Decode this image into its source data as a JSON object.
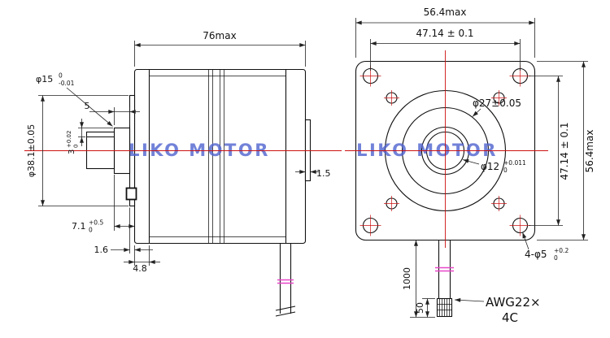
{
  "watermark": {
    "text": "LIKO MOTOR",
    "color": "#5063cf"
  },
  "colors": {
    "outline": "#111111",
    "centerline": "#cc1111",
    "cable_mark": "#e845c8"
  },
  "side_view": {
    "dim_length": "76max",
    "dim_shaft_dia_base": "φ15",
    "dim_shaft_dia_upper": "0",
    "dim_shaft_dia_lower": "-0.01",
    "dim_hub_length": "5",
    "dim_flat_base": "3",
    "dim_flat_upper": "+0.02",
    "dim_flat_lower": "0",
    "dim_pilot_dia": "φ38.1±0.05",
    "dim_step_base": "7.1",
    "dim_step_upper": "+0.5",
    "dim_step_lower": "0",
    "dim_boss_height": "1.6",
    "dim_flange_thickness": "4.8",
    "dim_rear_boss": "1.5"
  },
  "front_view": {
    "dim_width": "56.4max",
    "dim_hole_pitch_h": "47.14 ± 0.1",
    "dim_height": "56.4max",
    "dim_hole_pitch_v": "47.14 ± 0.1",
    "dim_pilot_circle": "φ27±0.05",
    "dim_shaft_circle_base": "φ12",
    "dim_shaft_circle_upper": "+0.011",
    "dim_shaft_circle_lower": "0",
    "dim_mount_holes_base": "4-φ5",
    "dim_mount_holes_upper": "+0.2",
    "dim_mount_holes_lower": "0",
    "dim_cable_length": "1000",
    "dim_braid_length": "50",
    "cable_label_line1": "AWG22×",
    "cable_label_line2": "4C"
  }
}
